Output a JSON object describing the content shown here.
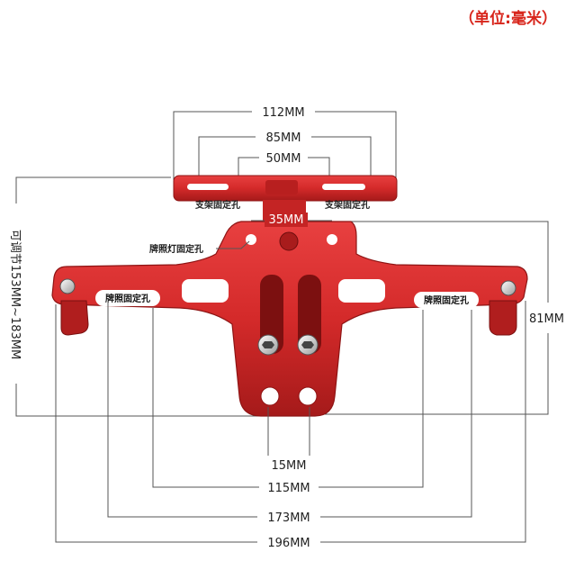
{
  "unit_label": "（单位:毫米）",
  "dimensions": {
    "top_112": "112MM",
    "top_85": "85MM",
    "top_50": "50MM",
    "hole_35": "35MM",
    "right_81": "81MM",
    "bottom_15": "15MM",
    "bottom_115": "115MM",
    "bottom_173": "173MM",
    "bottom_196": "196MM",
    "left_adjustable": "可调节153MM~183MM"
  },
  "labels": {
    "bracket_hole_left": "支架固定孔",
    "bracket_hole_right": "支架固定孔",
    "lamp_hole": "牌照灯固定孔",
    "plate_hole_left": "牌照固定孔",
    "plate_hole_right": "牌照固定孔"
  },
  "colors": {
    "part_red": "#d42a2a",
    "part_dark": "#8e1414",
    "unit_red": "#d8261c"
  }
}
